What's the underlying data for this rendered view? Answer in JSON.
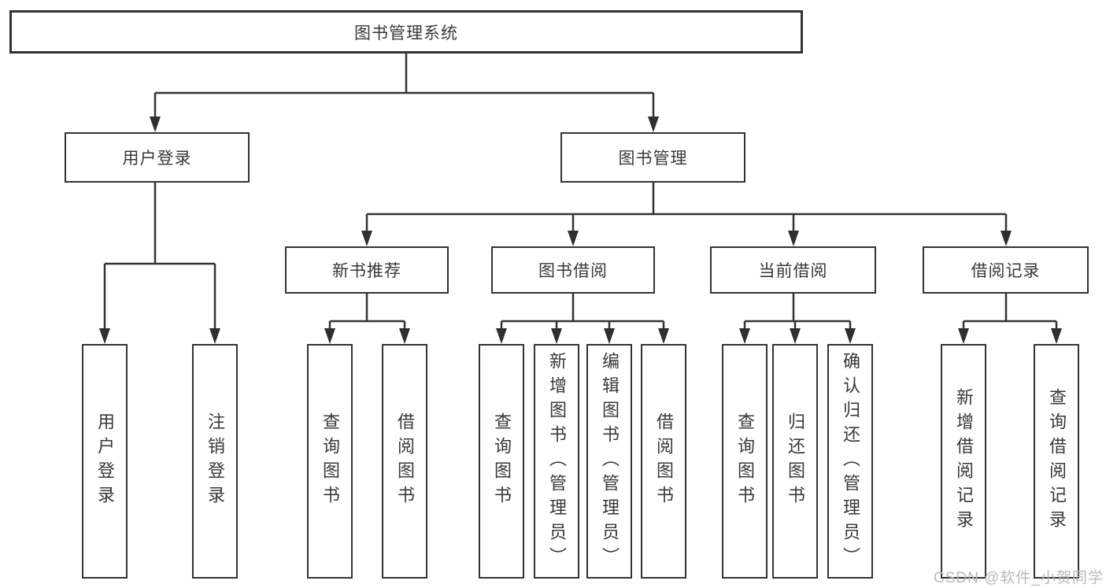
{
  "diagram": {
    "title": "图书管理系统",
    "level2": [
      {
        "label": "用户登录"
      },
      {
        "label": "图书管理"
      }
    ],
    "level3": [
      {
        "label": "新书推荐"
      },
      {
        "label": "图书借阅"
      },
      {
        "label": "当前借阅"
      },
      {
        "label": "借阅记录"
      }
    ],
    "leaves": {
      "login": [
        {
          "label": "用户登录"
        },
        {
          "label": "注销登录"
        }
      ],
      "recommend": [
        {
          "label": "查询图书"
        },
        {
          "label": "借阅图书"
        }
      ],
      "borrow": [
        {
          "label": "查询图书"
        },
        {
          "label": "新增图书（管理员）"
        },
        {
          "label": "编辑图书（管理员）"
        },
        {
          "label": "借阅图书"
        }
      ],
      "current": [
        {
          "label": "查询图书"
        },
        {
          "label": "归还图书"
        },
        {
          "label": "确认归还（管理员）"
        }
      ],
      "records": [
        {
          "label": "新增借阅记录"
        },
        {
          "label": "查询借阅记录"
        }
      ]
    }
  },
  "watermark": {
    "text": "CSDN @软件_小贺同学",
    "color": "#b9b9b9"
  },
  "colors": {
    "line": "#333333",
    "text": "#383838",
    "background": "#ffffff"
  }
}
